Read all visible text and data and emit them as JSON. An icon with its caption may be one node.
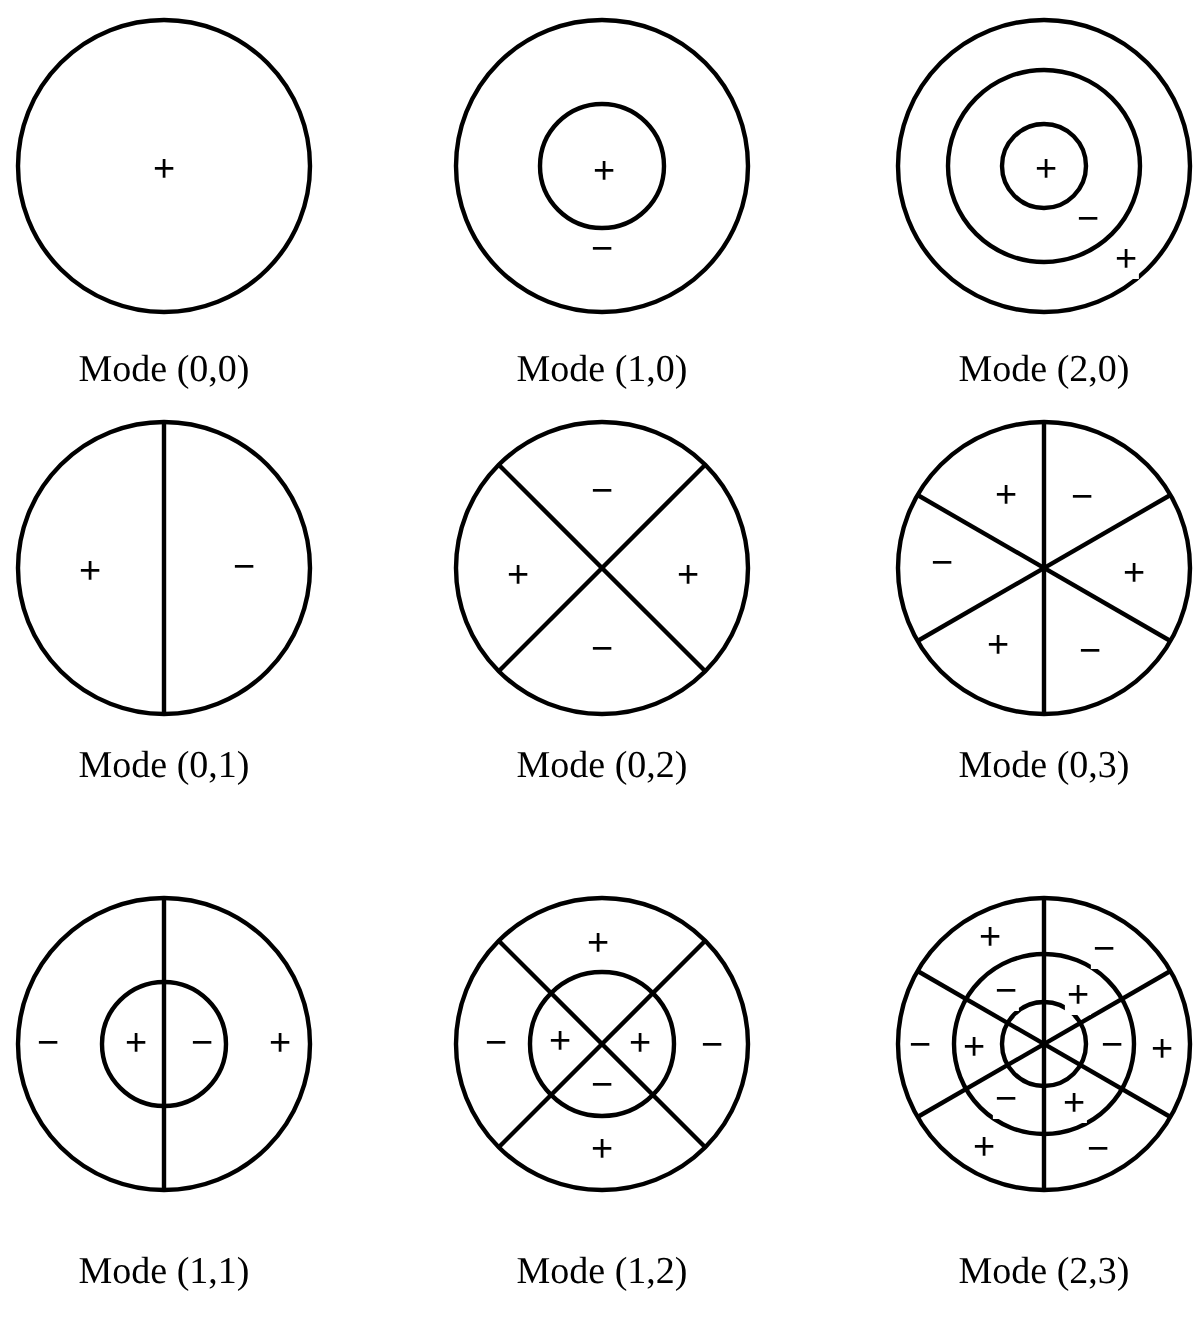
{
  "diagram": {
    "nodes": [
      {
        "text": [
          "+"
        ],
        "beside": [
          "Mode (0,0)"
        ]
      },
      {
        "text": [
          "+",
          "−"
        ],
        "beside": [
          "Mode (1,0)"
        ]
      },
      {
        "text": [
          "+",
          "−",
          "+"
        ],
        "beside": [
          "Mode (2,0)"
        ]
      },
      {
        "text": [
          "+",
          "−"
        ],
        "beside": [
          "Mode (0,1)"
        ]
      },
      {
        "text": [
          "−",
          "+",
          "+",
          "−"
        ],
        "beside": [
          "Mode (0,2)"
        ]
      },
      {
        "text": [
          "+",
          "−",
          "−",
          "+",
          "+",
          "−"
        ],
        "beside": [
          "Mode (0,3)"
        ]
      },
      {
        "text": [
          "−",
          "+",
          "−",
          "+"
        ],
        "beside": [
          "Mode (1,1)"
        ]
      },
      {
        "text": [
          "+",
          "−",
          "+",
          "+",
          "−",
          "−",
          "+"
        ],
        "beside": [
          "Mode (1,2)"
        ]
      },
      {
        "text": [
          "+",
          "−",
          "−",
          "+",
          "−",
          "+",
          "−",
          "+",
          "−",
          "+",
          "+",
          "−"
        ],
        "beside": [
          "Mode (2,3)"
        ]
      }
    ]
  }
}
